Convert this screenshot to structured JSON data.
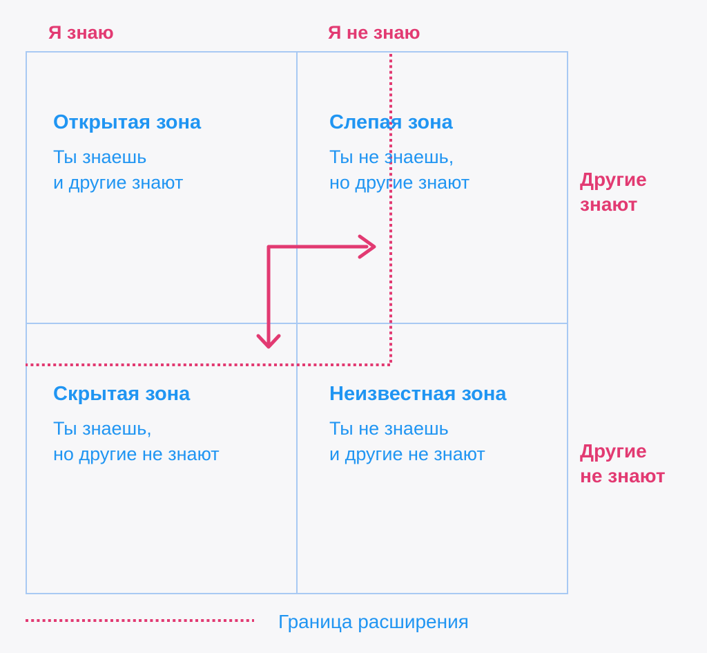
{
  "colors": {
    "background": "#f7f7f9",
    "pink": "#e23a72",
    "blue": "#2095f2",
    "grid_line": "#a8c9f3"
  },
  "top_axis": {
    "left_label": "Я знаю",
    "right_label": "Я не знаю"
  },
  "right_axis": {
    "top": {
      "line1": "Другие",
      "line2": "знают"
    },
    "bottom": {
      "line1": "Другие",
      "line2": "не знают"
    }
  },
  "quadrants": {
    "open": {
      "title": "Открытая зона",
      "line1": "Ты знаешь",
      "line2": "и другие знают"
    },
    "blind": {
      "title": "Слепая зона",
      "line1": "Ты не знаешь,",
      "line2": "но другие знают"
    },
    "hidden": {
      "title": "Скрытая зона",
      "line1": "Ты знаешь,",
      "line2": "но другие не знают"
    },
    "unknown": {
      "title": "Неизвестная зона",
      "line1": "Ты не знаешь",
      "line2": "и другие не знают"
    }
  },
  "legend": {
    "label": "Граница расширения",
    "swatch_style": "dotted-line"
  },
  "icons": {
    "expansion_arrow": "elbow-arrow-right-then-down",
    "expansion_boundary": "dotted-L-line"
  }
}
